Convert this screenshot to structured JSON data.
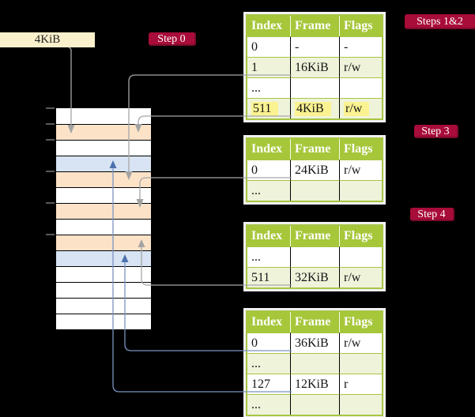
{
  "diagram": {
    "title_hint": "multi-level page table walk",
    "labels": {
      "frame_box": "4KiB",
      "step0": "Step 0",
      "steps12": "Steps 1&2",
      "step3": "Step 3",
      "step4": "Step 4"
    },
    "colors": {
      "background": "#000000",
      "header_green": "#a6c73a",
      "border_olive": "#a8c545",
      "row_green": "#eef3da",
      "row_white": "#ffffff",
      "highlight_yellow": "#fbf392",
      "memory_peach": "#fce3c8",
      "memory_blue": "#d8e4f4",
      "label_crimson": "#a80c38",
      "box_cream": "#faf0cc",
      "connector_gray": "#a6a6a6",
      "connector_blue": "#7b93c3"
    },
    "memory": {
      "rows": [
        "white",
        "peach",
        "white",
        "blue",
        "peach",
        "white",
        "peach",
        "white",
        "peach",
        "blue",
        "white",
        "white",
        "white",
        "white"
      ],
      "tick_row_boundaries": [
        0,
        1,
        2,
        4,
        6,
        8
      ]
    },
    "tables": [
      {
        "name": "page-table-steps-1-2",
        "headers": [
          "Index",
          "Frame",
          "Flags"
        ],
        "rows": [
          {
            "cells": [
              "0",
              "-",
              "-"
            ],
            "shaded": false,
            "highlighted": false
          },
          {
            "cells": [
              "1",
              "16KiB",
              "r/w"
            ],
            "shaded": true,
            "highlighted": false
          },
          {
            "cells": [
              "...",
              "",
              ""
            ],
            "shaded": false,
            "highlighted": false
          },
          {
            "cells": [
              "511",
              "4KiB",
              "r/w"
            ],
            "shaded": true,
            "highlighted": true
          }
        ]
      },
      {
        "name": "page-table-step-3",
        "headers": [
          "Index",
          "Frame",
          "Flags"
        ],
        "rows": [
          {
            "cells": [
              "0",
              "24KiB",
              "r/w"
            ],
            "shaded": false,
            "highlighted": false
          },
          {
            "cells": [
              "...",
              "",
              ""
            ],
            "shaded": true,
            "highlighted": false
          }
        ]
      },
      {
        "name": "page-table-step-4",
        "headers": [
          "Index",
          "Frame",
          "Flags"
        ],
        "rows": [
          {
            "cells": [
              "...",
              "",
              ""
            ],
            "shaded": false,
            "highlighted": false
          },
          {
            "cells": [
              "511",
              "32KiB",
              "r/w"
            ],
            "shaded": true,
            "highlighted": false
          }
        ]
      },
      {
        "name": "page-table-final",
        "headers": [
          "Index",
          "Frame",
          "Flags"
        ],
        "rows": [
          {
            "cells": [
              "0",
              "36KiB",
              "r/w"
            ],
            "shaded": false,
            "highlighted": false
          },
          {
            "cells": [
              "...",
              "",
              ""
            ],
            "shaded": true,
            "highlighted": false
          },
          {
            "cells": [
              "127",
              "12KiB",
              "r"
            ],
            "shaded": false,
            "highlighted": false
          },
          {
            "cells": [
              "...",
              "",
              ""
            ],
            "shaded": true,
            "highlighted": false
          }
        ]
      }
    ],
    "arrows": [
      {
        "from": "4KiB-box",
        "to": "memory-frame-4KiB",
        "color": "gray"
      },
      {
        "from": "table1-entry-1-16KiB",
        "to": "memory-frame-16KiB",
        "color": "gray"
      },
      {
        "from": "table1-entry-511-4KiB",
        "to": "memory-frame-4KiB",
        "color": "gray"
      },
      {
        "from": "table2-entry-0-24KiB",
        "to": "memory-frame-24KiB",
        "color": "gray"
      },
      {
        "from": "table3-entry-511-32KiB",
        "to": "memory-frame-32KiB",
        "color": "gray"
      },
      {
        "from": "table4-entry-0-36KiB",
        "to": "memory-frame-36KiB",
        "color": "blue"
      },
      {
        "from": "table4-entry-127-12KiB",
        "to": "memory-frame-12KiB",
        "color": "blue"
      }
    ]
  }
}
